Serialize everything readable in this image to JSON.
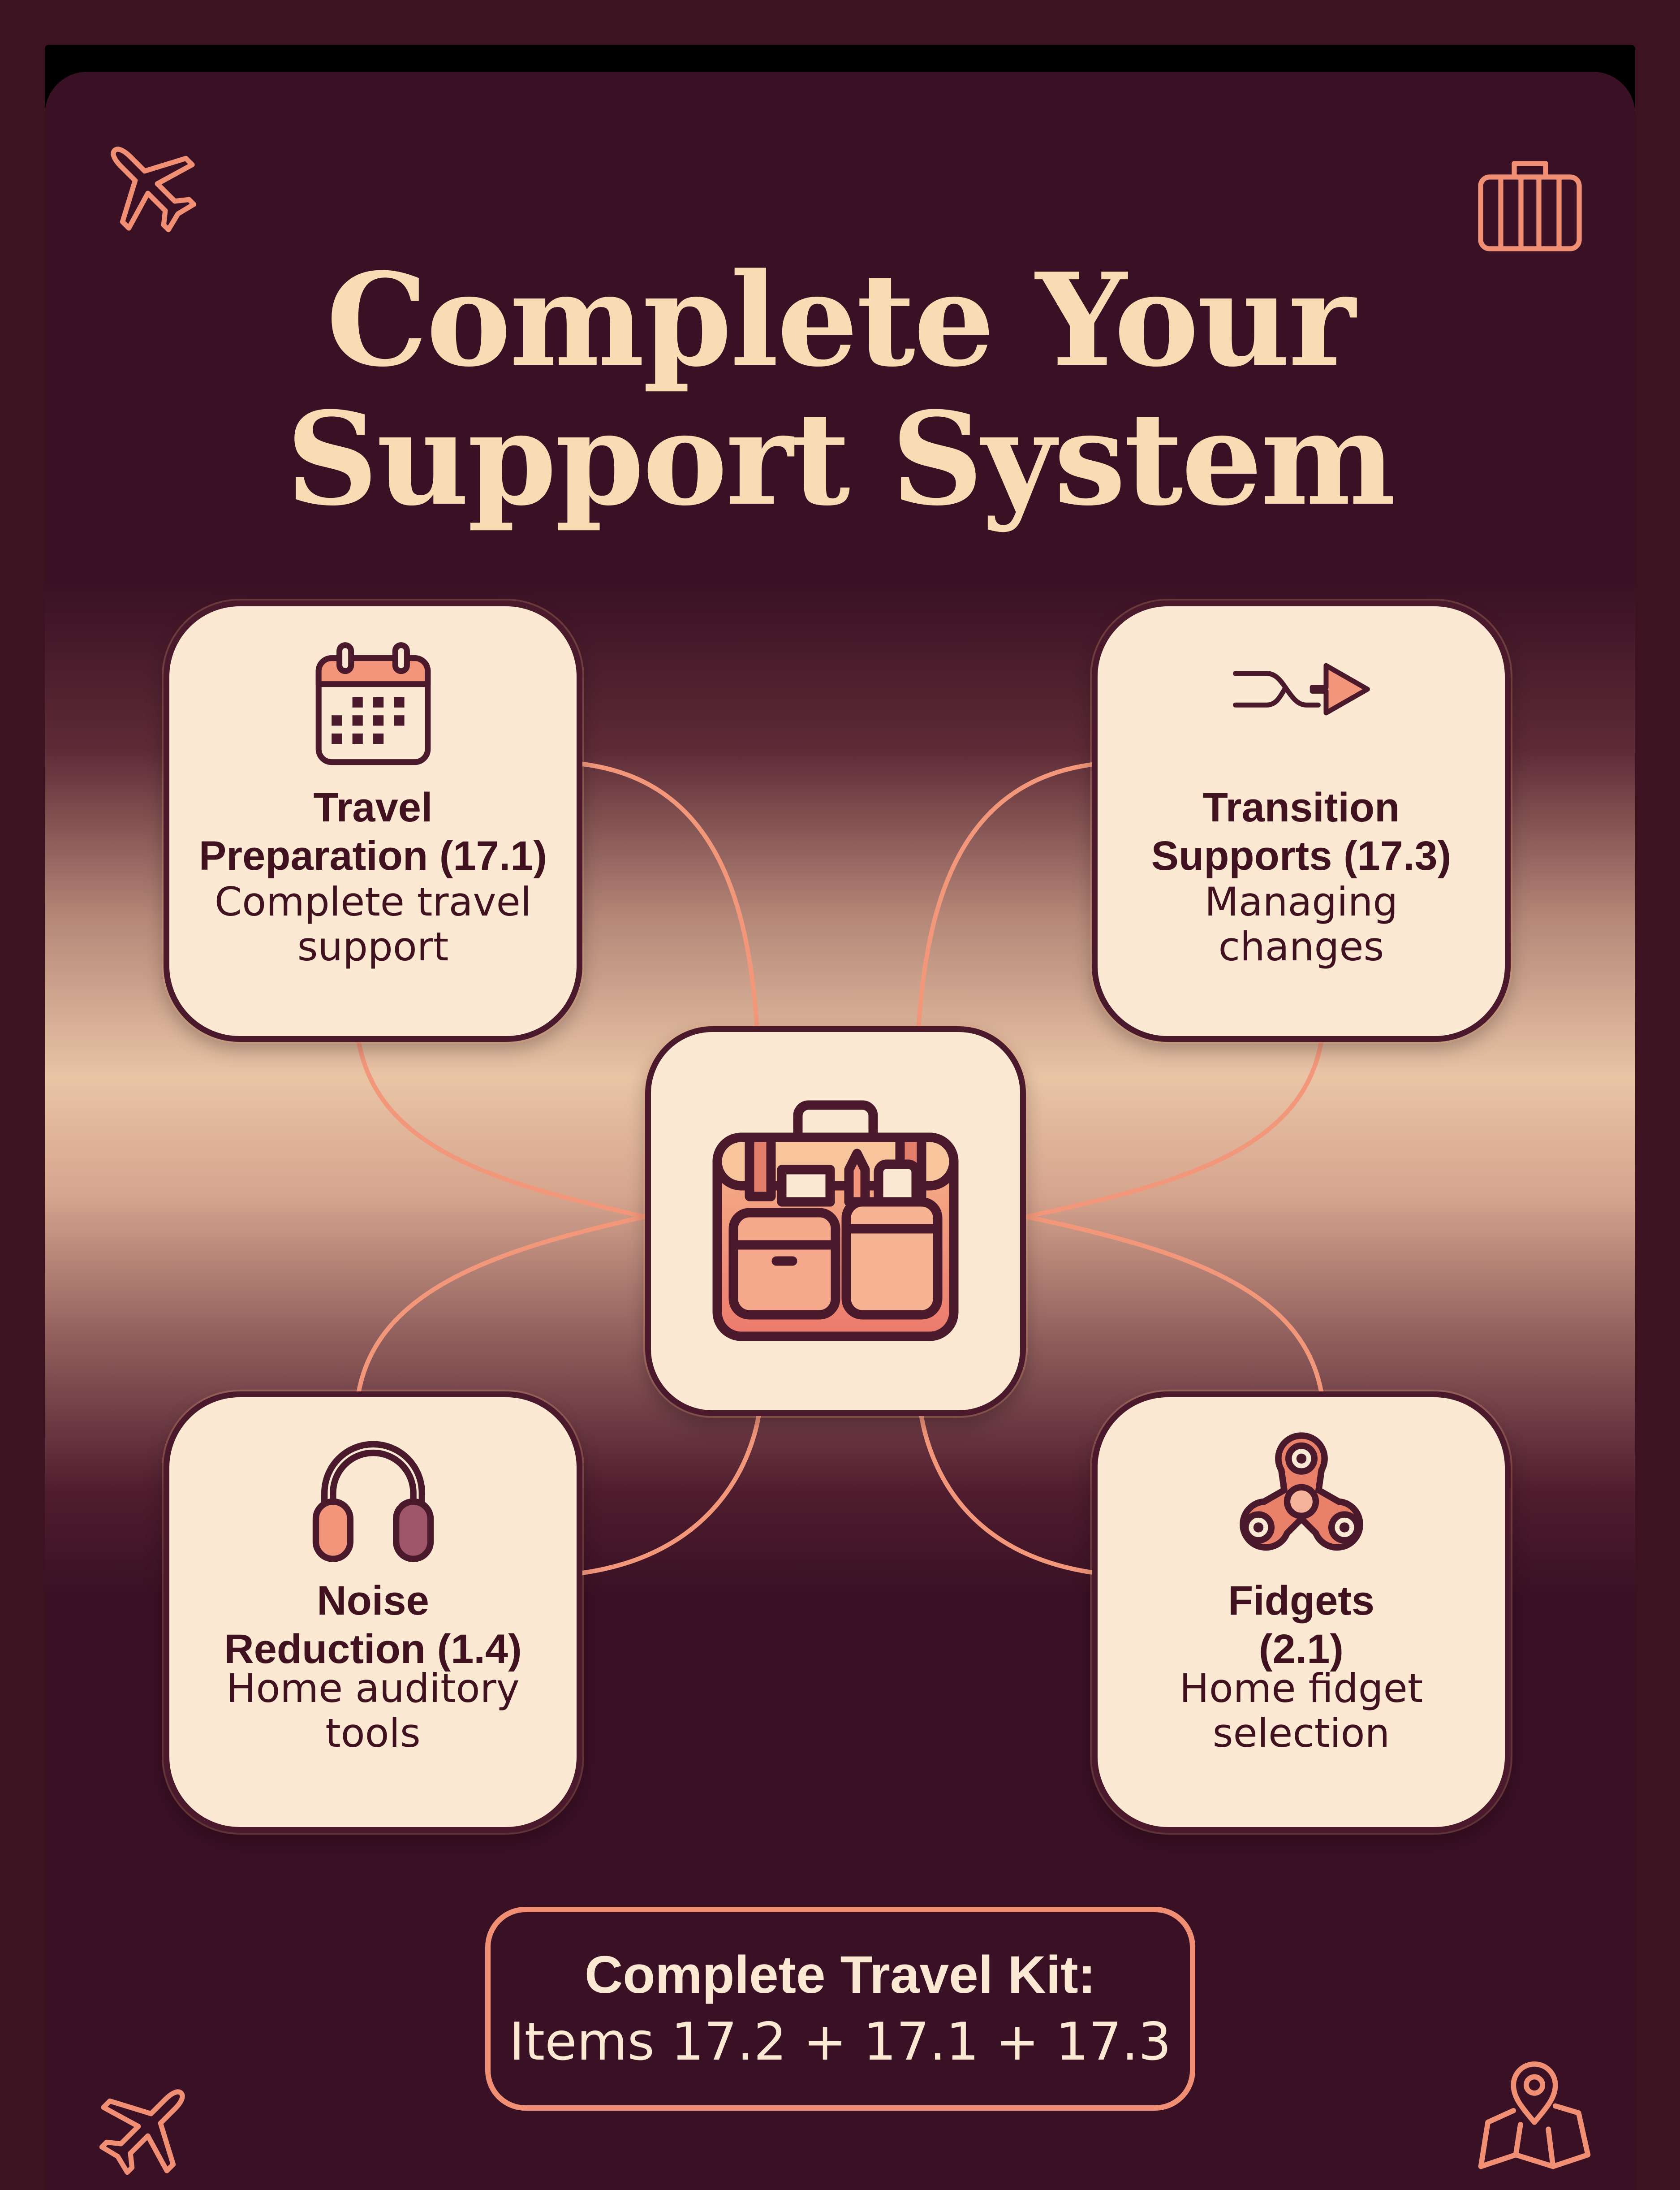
{
  "title": {
    "line1": "Complete Your",
    "line2": "Support System"
  },
  "nodes": [
    {
      "id": "travel-preparation",
      "title": "Travel\nPreparation (17.1)",
      "description": "Complete travel\nsupport",
      "icon": "calendar-icon"
    },
    {
      "id": "transition-supports",
      "title": "Transition\nSupports (17.3)",
      "description": "Managing\nchanges",
      "icon": "shuffle-arrow-icon"
    },
    {
      "id": "noise-reduction",
      "title": "Noise\nReduction (1.4)",
      "description": "Home auditory\ntools",
      "icon": "headphones-icon"
    },
    {
      "id": "fidgets",
      "title": "Fidgets\n(2.1)",
      "description": "Home fidget\nselection",
      "icon": "fidget-spinner-icon"
    }
  ],
  "center": {
    "icon": "travel-bag-icon"
  },
  "kit": {
    "title": "Complete Travel Kit:",
    "items": "Items 17.2 + 17.1 + 17.3"
  },
  "corner_icons": [
    "airplane-icon",
    "suitcase-icon",
    "airplane-icon",
    "map-pin-icon"
  ],
  "colors": {
    "background": "#3a1024",
    "accent": "#f08f74",
    "title": "#f8dcb3",
    "node_fill": "#fbe9d4",
    "node_border": "#4a1a2c",
    "text_dark": "#40121f"
  }
}
